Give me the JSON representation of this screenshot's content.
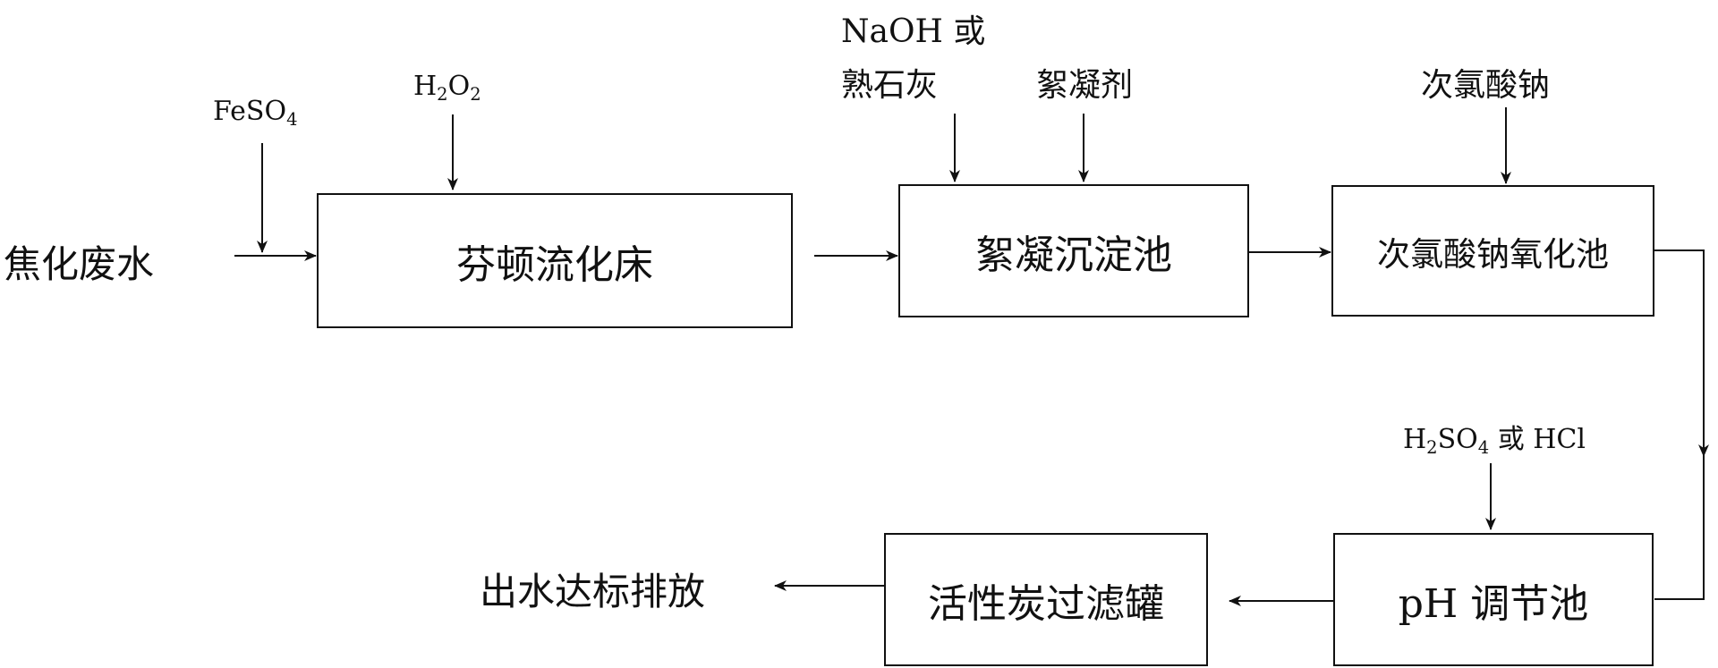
{
  "source_label": "焦化废水",
  "outlet_label": "出水达标排放",
  "reagents": {
    "feso4": {
      "base": "FeSO",
      "sub": "4"
    },
    "h2o2": {
      "p1": "H",
      "s1": "2",
      "p2": "O",
      "s2": "2"
    },
    "naoh_line1": "NaOH 或",
    "naoh_line2": "熟石灰",
    "flocculant": "絮凝剂",
    "hypochlorite": "次氯酸钠",
    "acid": {
      "p1": "H",
      "s1": "2",
      "p2": "SO",
      "s2": "4",
      "p3": " 或 HCl"
    }
  },
  "units": {
    "fenton": "芬顿流化床",
    "coagulation": "絮凝沉淀池",
    "oxidation": "次氯酸钠氧化池",
    "ph_adjust": "pH 调节池",
    "carbon_filter": "活性炭过滤罐"
  },
  "colors": {
    "line": "#111111",
    "background": "#ffffff"
  }
}
